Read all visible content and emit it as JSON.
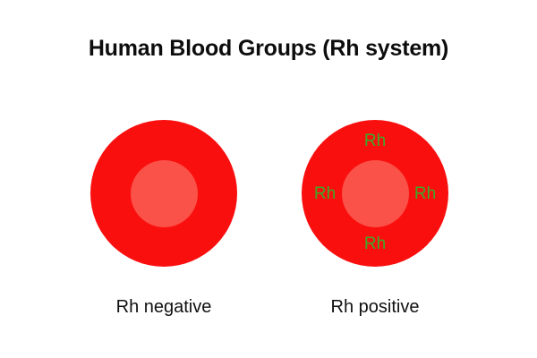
{
  "title": "Human Blood Groups (Rh system)",
  "colors": {
    "background": "#ffffff",
    "cell_outer": "#fa0f0f",
    "cell_inner": "#fa5248",
    "rh_marker": "#3caa28",
    "title_text": "#0d0d0d",
    "caption_text": "#111111"
  },
  "diagram": {
    "cells": [
      {
        "id": "rh-negative",
        "caption": "Rh negative",
        "markers": []
      },
      {
        "id": "rh-positive",
        "caption": "Rh positive",
        "markers": [
          {
            "position": "top",
            "label": "Rh"
          },
          {
            "position": "left",
            "label": "Rh"
          },
          {
            "position": "right",
            "label": "Rh"
          },
          {
            "position": "bottom",
            "label": "Rh"
          }
        ]
      }
    ]
  }
}
